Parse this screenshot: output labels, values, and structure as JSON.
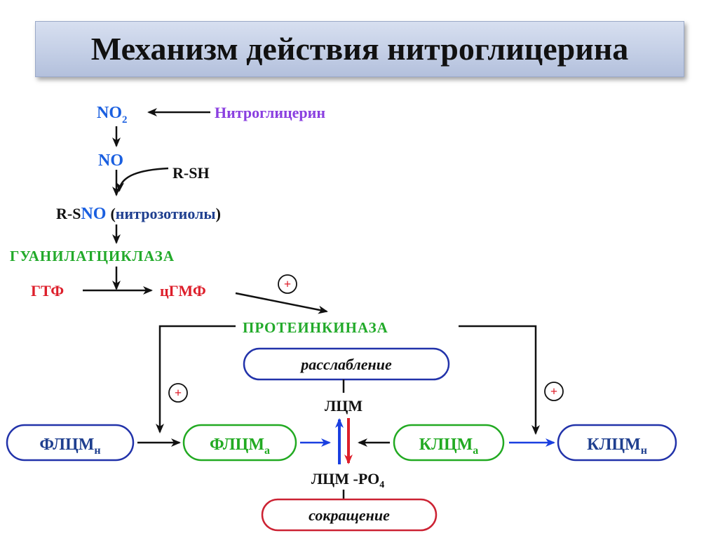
{
  "title": "Механизм действия нитроглицерина",
  "colors": {
    "black": "#111111",
    "blue": "#1a5fe0",
    "purple": "#8a3fe0",
    "green": "#22aa2a",
    "red": "#dd1f2b",
    "navy": "#1f3f8f",
    "box_blue": "#2233aa",
    "box_green": "#22aa22",
    "box_red": "#cc2233"
  },
  "nodes": {
    "no2": "NO",
    "no2_sub": "2",
    "nitroglycerin": "Нитроглицерин",
    "no": "NO",
    "rsh": "R-SH",
    "rsno_prefix": "R-S",
    "rsno_no": "NO",
    "nitrosothiols_open": "(",
    "nitrosothiols": "нитрозотиолы",
    "nitrosothiols_close": ")",
    "guanylate_cyclase": "ГУАНИЛАТЦИКЛАЗА",
    "gtp": "ГТФ",
    "cgmp": "цГМФ",
    "plus": "+",
    "protein_kinase": "ПРОТЕИНКИНАЗА",
    "relaxation": "расслабление",
    "lcm": "ЛЦМ",
    "flcm_n": "ФЛЦМ",
    "flcm_n_sub": "н",
    "flcm_a": "ФЛЦМ",
    "flcm_a_sub": "а",
    "klcm_a": "КЛЦМ",
    "klcm_a_sub": "а",
    "klcm_n": "КЛЦМ",
    "klcm_n_sub": "н",
    "lcm_po4": "ЛЦМ -РО",
    "lcm_po4_sub": "4",
    "contraction": "сокращение"
  }
}
